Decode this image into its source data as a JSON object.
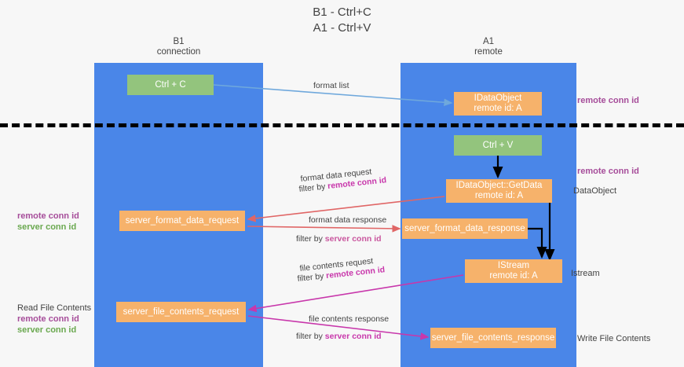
{
  "title": {
    "line1": "B1 - Ctrl+C",
    "line2": "A1 - Ctrl+V"
  },
  "lanes": [
    {
      "id": "b1",
      "name": "B1",
      "role": "connection",
      "color": "#4a86e8"
    },
    {
      "id": "a1",
      "name": "A1",
      "role": "remote",
      "color": "#4a86e8"
    }
  ],
  "nodes": {
    "ctrl_c": {
      "label": "Ctrl + C",
      "sub": "",
      "color": "#93c47d"
    },
    "idataobject": {
      "label": "IDataObject",
      "sub": "remote id: A",
      "color": "#f6b26b"
    },
    "ctrl_v": {
      "label": "Ctrl + V",
      "sub": "",
      "color": "#93c47d"
    },
    "getdata": {
      "label": "IDataObject::GetData",
      "sub": "remote id: A",
      "color": "#f6b26b"
    },
    "sfd_request": {
      "label": "server_format_data_request",
      "sub": "",
      "color": "#f6b26b"
    },
    "sfd_response": {
      "label": "server_format_data_response",
      "sub": "",
      "color": "#f6b26b"
    },
    "istream": {
      "label": "IStream",
      "sub": "remote id: A",
      "color": "#f6b26b"
    },
    "sfc_request": {
      "label": "server_file_contents_request",
      "sub": "",
      "color": "#f6b26b"
    },
    "sfc_response": {
      "label": "server_file_contents_response",
      "sub": "",
      "color": "#f6b26b"
    }
  },
  "edge_labels": {
    "format_list": "format list",
    "format_data_request": "format data request",
    "format_data_request_filter_prefix": "filter by ",
    "format_data_request_filter_key": "remote conn id",
    "format_data_response": "format data response",
    "format_data_response_filter_prefix": "filter by ",
    "format_data_response_filter_key": "server conn id",
    "file_contents_request": "file contents request",
    "file_contents_request_filter_prefix": "filter by ",
    "file_contents_request_filter_key": "remote conn id",
    "file_contents_response": "file contents response",
    "file_contents_response_filter_prefix": "filter by ",
    "file_contents_response_filter_key": "server conn id"
  },
  "annotations": {
    "right_remote_conn_id_top": "remote conn id",
    "right_remote_conn_id_mid": "remote conn id",
    "right_dataobject": "DataObject",
    "right_istream": "Istream",
    "right_write_file_contents": "Write File Contents",
    "left_remote_conn_id": "remote conn id",
    "left_server_conn_id": "server conn id",
    "left_read_file_contents": "Read File Contents",
    "left_remote_conn_id_2": "remote conn id",
    "left_server_conn_id_2": "server conn id"
  },
  "colors": {
    "lane": "#4a86e8",
    "green_node": "#93c47d",
    "orange_node": "#f6b26b",
    "purple_text": "#a64d9a",
    "green_text": "#6aa84f",
    "magenta_text": "#c837ab",
    "arrow_blue": "#6fa8dc",
    "arrow_red": "#e06666",
    "arrow_black": "#000000",
    "arrow_magenta": "#c837ab",
    "background": "#f7f7f7"
  }
}
